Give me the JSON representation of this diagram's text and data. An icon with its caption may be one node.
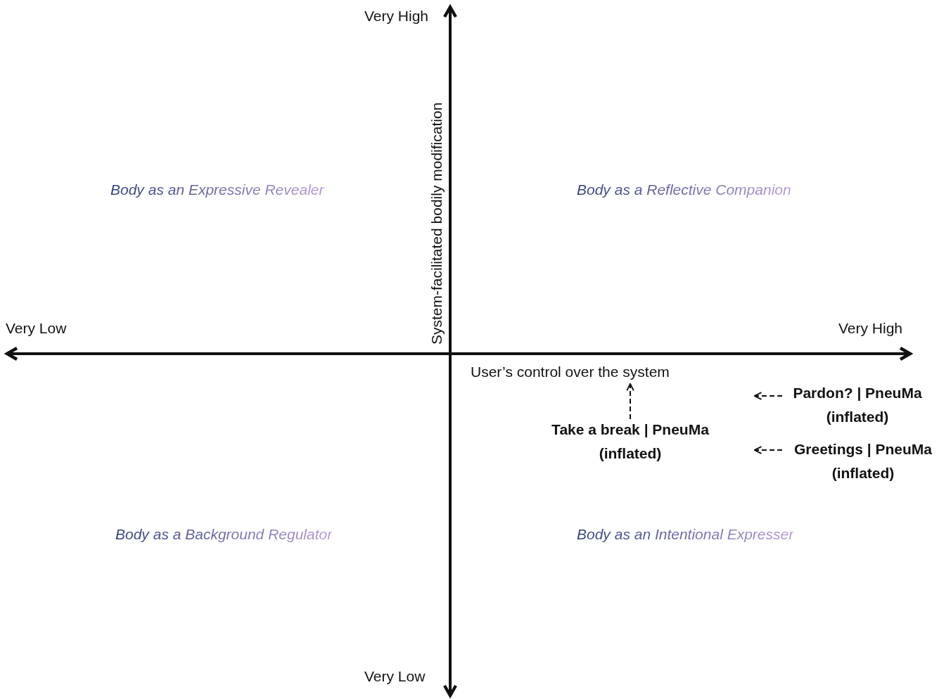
{
  "diagram": {
    "nodes": [
      {
        "text": [
          "Take a break | PneuMa",
          "(inflated)"
        ]
      },
      {
        "text": [
          "Pardon? | PneuMa",
          "(inflated)"
        ]
      },
      {
        "text": [
          "Greetings | PneuMa",
          "(inflated)"
        ]
      },
      {
        "text": [
          "User’s control over the system"
        ]
      }
    ],
    "edges": [
      {
        "from": 0,
        "to": 3,
        "arrow": "to",
        "style": "dashed"
      },
      {
        "from": 1,
        "to": null,
        "arrow": "to",
        "style": "dashed"
      },
      {
        "from": 2,
        "to": null,
        "arrow": "to",
        "style": "dashed"
      }
    ],
    "labels": [
      "Very High",
      "System-facilitated bodily modification",
      "Body as an Expressive Revealer",
      "Body as a Reflective Companion",
      "Very Low",
      "Very High",
      "Body as a Background Regulator",
      "Body as an Intentional Expresser",
      "Very Low"
    ]
  }
}
